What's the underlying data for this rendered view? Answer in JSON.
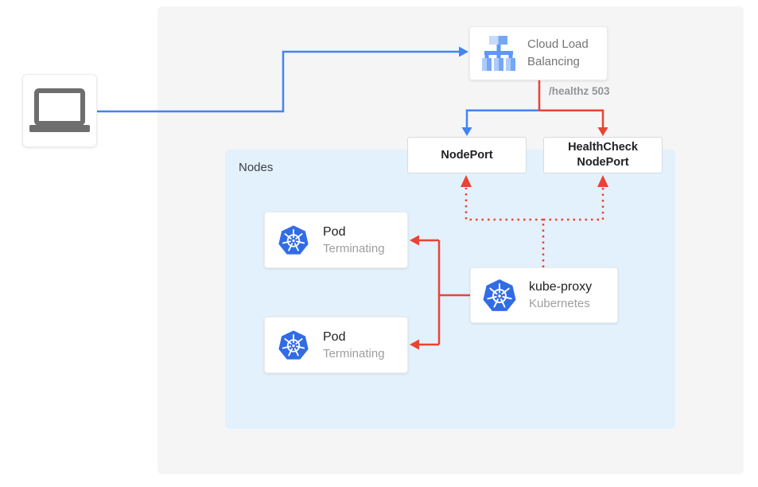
{
  "diagram": {
    "title_context": "Kubernetes external load balancer health-check diagram",
    "nodes_panel": {
      "label": "Nodes"
    },
    "client": {
      "icon": "laptop-icon"
    },
    "cloud_lb": {
      "label": "Cloud Load Balancing",
      "icon": "cloud-load-balancing-icon"
    },
    "healthz": {
      "label": "/healthz 503"
    },
    "nodeport": {
      "label": "NodePort"
    },
    "healthcheck_nodeport": {
      "label": "HealthCheck NodePort"
    },
    "pods": [
      {
        "title": "Pod",
        "status": "Terminating",
        "icon": "kubernetes-icon"
      },
      {
        "title": "Pod",
        "status": "Terminating",
        "icon": "kubernetes-icon"
      }
    ],
    "kube_proxy": {
      "title": "kube-proxy",
      "subtitle": "Kubernetes",
      "icon": "kubernetes-icon"
    },
    "colors": {
      "traffic_blue": "#4285f4",
      "healthcheck_red": "#ea4335",
      "nodes_bg": "#e3f1fc",
      "panel_bg": "#f5f5f6",
      "kubernetes_blue": "#326ce5",
      "lb_icon_light_blue": "#aecbfa",
      "lb_icon_mid_blue": "#76a7f5"
    }
  }
}
